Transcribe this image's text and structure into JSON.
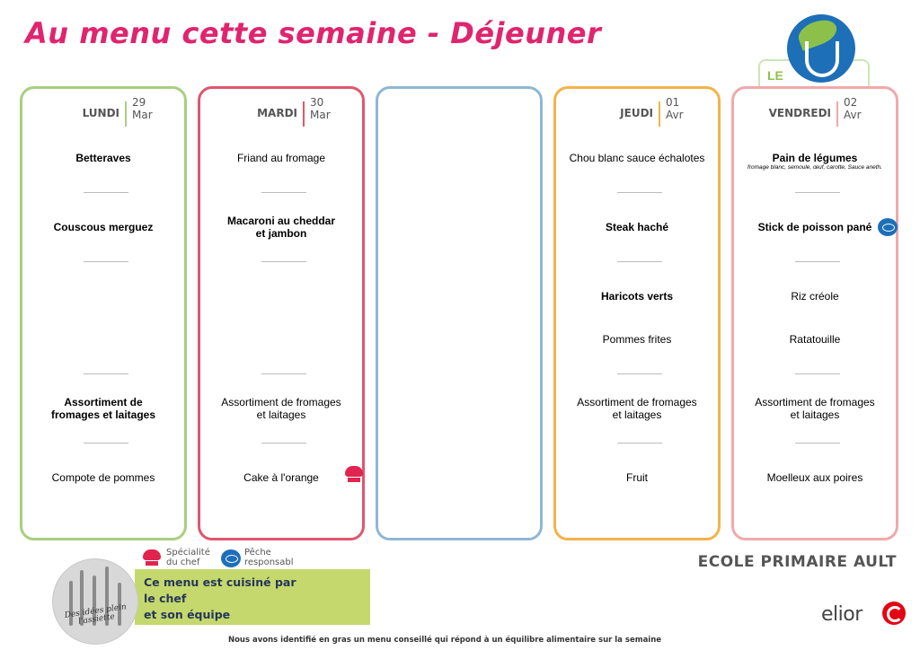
{
  "title": "Au menu cette semaine - Déjeuner",
  "logo": {
    "text": "LE"
  },
  "days": [
    {
      "name": "LUNDI",
      "num": "29",
      "month": "Mar",
      "items": [
        "Betteraves",
        "Couscous merguez",
        "Assortiment de fromages et laitages",
        "Compote de pommes"
      ]
    },
    {
      "name": "MARDI",
      "num": "30",
      "month": "Mar",
      "items": [
        "Friand au fromage",
        "Macaroni au cheddar et jambon",
        "Assortiment de fromages et laitages",
        "Cake à l'orange"
      ]
    },
    {
      "name": "",
      "num": "",
      "month": "",
      "items": []
    },
    {
      "name": "JEUDI",
      "num": "01",
      "month": "Avr",
      "items": [
        "Chou blanc sauce échalotes",
        "Steak haché",
        "Haricots verts",
        "Pommes frites",
        "Assortiment de fromages et laitages",
        "Fruit"
      ]
    },
    {
      "name": "VENDREDI",
      "num": "02",
      "month": "Avr",
      "items": [
        "Pain de légumes",
        "fromage blanc, semoule, œuf, carotte, Sauce aneth.",
        "Stick de poisson pané",
        "Riz créole",
        "Ratatouille",
        "Assortiment de fromages et laitages",
        "Moelleux aux poires"
      ]
    }
  ],
  "legend": {
    "chef": "Spécialité du chef",
    "fish": "Pêche responsabl"
  },
  "promo": {
    "circle_text": "Des idées plein l'assiette",
    "line1": "Ce menu est cuisiné par",
    "line2": "le chef",
    "line3": "et son équipe"
  },
  "school": "ECOLE PRIMAIRE  AULT",
  "brand": "elior",
  "footer": "Nous avons identifié en gras un menu conseillé qui répond à un équilibre alimentaire sur la semaine",
  "colors": {
    "title": "#e0246e",
    "monday": "#a8cf7f",
    "tuesday": "#e0566e",
    "wednesday": "#8fb7d4",
    "thursday": "#f4b24a",
    "friday": "#f0a9aa",
    "promo_green": "#c5d86d"
  }
}
